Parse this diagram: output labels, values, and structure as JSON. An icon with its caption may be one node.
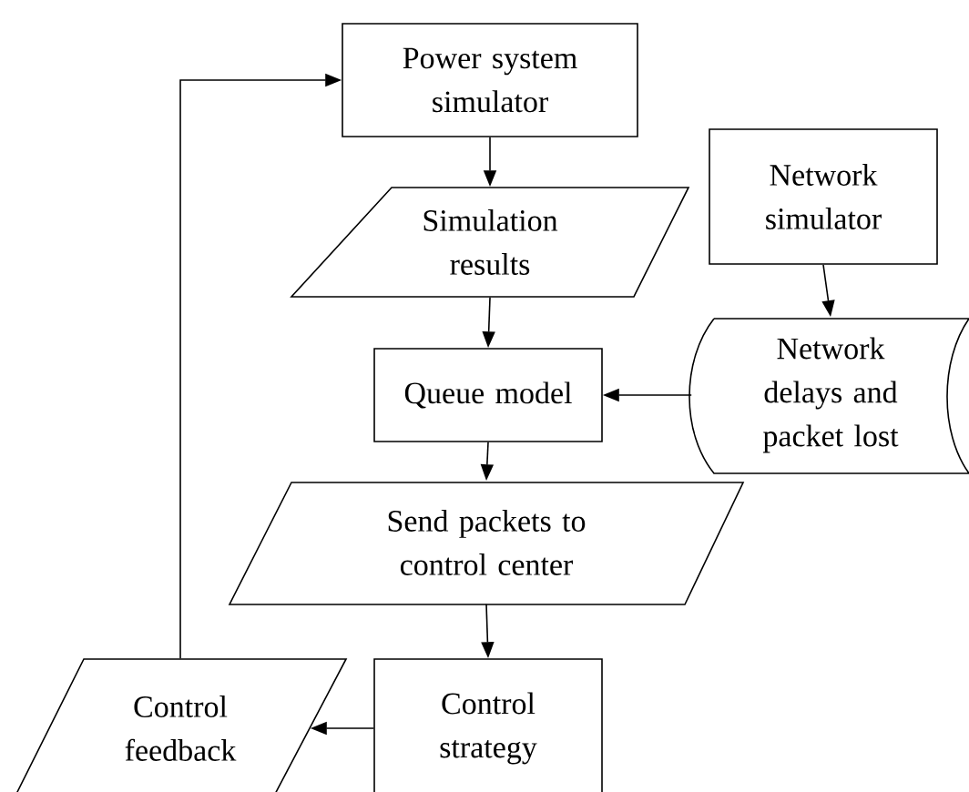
{
  "diagram": {
    "nodes": [
      {
        "text": [
          "Power system simulator"
        ]
      },
      {
        "text": [
          "Simulation results"
        ]
      },
      {
        "text": [
          "Network simulator"
        ]
      },
      {
        "text": [
          "Queue model"
        ]
      },
      {
        "text": [
          "Network delays and packet lost"
        ]
      },
      {
        "text": [
          "Send packets to control center"
        ]
      },
      {
        "text": [
          "Control strategy"
        ]
      },
      {
        "text": [
          "Control feedback"
        ]
      }
    ],
    "edges": [
      {
        "from": 0,
        "to": 1,
        "arrow": "to"
      },
      {
        "from": 1,
        "to": 3,
        "arrow": "to"
      },
      {
        "from": 2,
        "to": 4,
        "arrow": "to"
      },
      {
        "from": 4,
        "to": 3,
        "arrow": "to"
      },
      {
        "from": 3,
        "to": 5,
        "arrow": "to"
      },
      {
        "from": 5,
        "to": 6,
        "arrow": "to"
      },
      {
        "from": 6,
        "to": 7,
        "arrow": "to"
      },
      {
        "from": 7,
        "to": 0,
        "arrow": "to"
      }
    ]
  }
}
